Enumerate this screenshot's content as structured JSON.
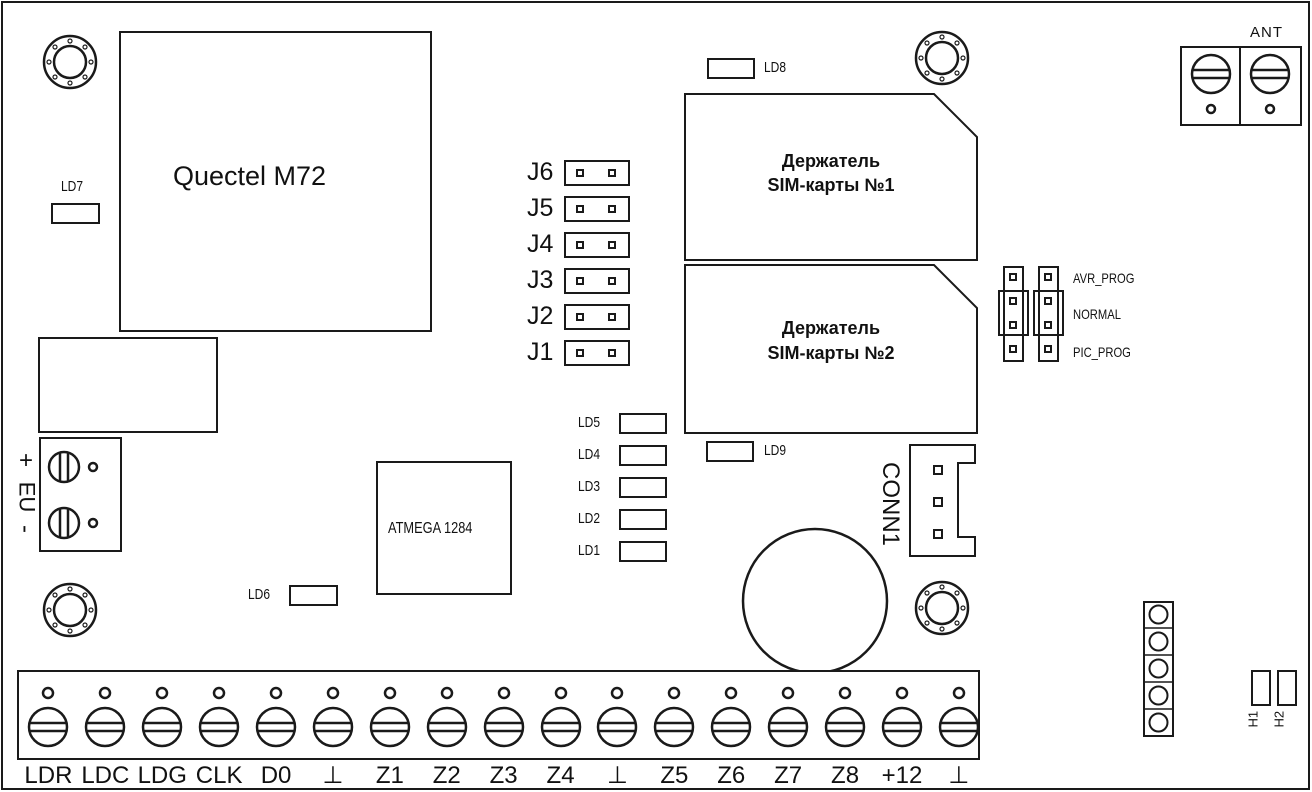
{
  "module": {
    "label": "Quectel M72"
  },
  "mcu": {
    "label": "ATMEGA 1284"
  },
  "antenna": {
    "label": "ANT"
  },
  "connector": {
    "label": "CONN1"
  },
  "jumpers": [
    "J6",
    "J5",
    "J4",
    "J3",
    "J2",
    "J1"
  ],
  "leds": {
    "ld1": "LD1",
    "ld2": "LD2",
    "ld3": "LD3",
    "ld4": "LD4",
    "ld5": "LD5",
    "ld6": "LD6",
    "ld7": "LD7",
    "ld8": "LD8",
    "ld9": "LD9"
  },
  "sim1": {
    "line1": "Держатель",
    "line2": "SIM-карты №1"
  },
  "sim2": {
    "line1": "Держатель",
    "line2": "SIM-карты №2"
  },
  "prog_modes": {
    "avr": "AVR_PROG",
    "normal": "NORMAL",
    "pic": "PIC_PROG"
  },
  "power": {
    "plus": "+",
    "minus": "-",
    "label": "EU"
  },
  "bottom_terminals": [
    "LDR",
    "LDC",
    "LDG",
    "CLK",
    "D0",
    "⊥",
    "Z1",
    "Z2",
    "Z3",
    "Z4",
    "⊥",
    "Z5",
    "Z6",
    "Z7",
    "Z8",
    "+12",
    "⊥"
  ],
  "headers": {
    "h1": "H1",
    "h2": "H2"
  }
}
